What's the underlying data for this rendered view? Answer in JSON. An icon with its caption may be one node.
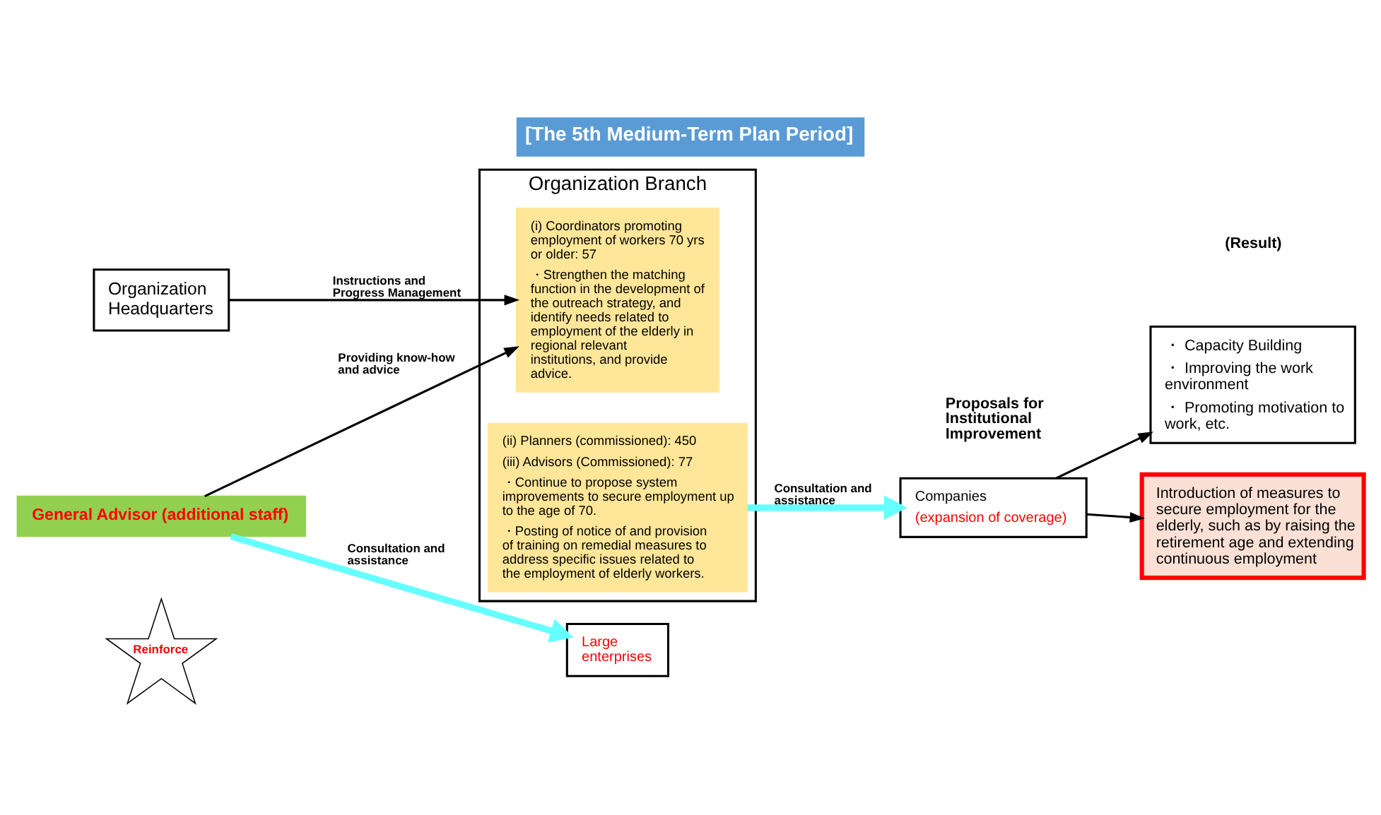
{
  "diagram": {
    "title": "[The 5th Medium-Term Plan Period]",
    "nodes": [
      {
        "text": [
          "Organization Headquarters"
        ]
      },
      {
        "text": [
          "Organization Branch"
        ]
      },
      {
        "text": [
          "(i) Coordinators promoting employment of workers 70 yrs or older: 57",
          "・Strengthen the matching function in the development of the outreach strategy, and identify needs related to employment of the elderly in regional relevant institutions, and provide advice."
        ],
        "in": 1
      },
      {
        "text": [
          "(ii) Planners (commissioned): 450",
          "(iii) Advisors (Commissioned): 77",
          "・Continue to propose system improvements to secure employment up to the age of 70.",
          "・Posting of notice of and provision of training on remedial measures to address specific issues related to the employment of elderly workers."
        ],
        "in": 1
      },
      {
        "text": [
          "General Advisor (additional staff)"
        ]
      },
      {
        "text": [
          "Reinforce"
        ]
      },
      {
        "text": [
          "Companies",
          "(expansion of coverage)"
        ]
      },
      {
        "text": [
          "Large enterprises"
        ]
      },
      {
        "text": [
          "・ Capacity Building",
          "・ Improving the work environment",
          "・ Promoting motivation to work, etc."
        ]
      },
      {
        "text": [
          "Introduction of measures to secure employment for the elderly, such as by raising the retirement age and extending continuous employment"
        ]
      }
    ],
    "edges": [
      {
        "from": 0,
        "to": 2,
        "arrow": "to",
        "label": "Instructions and Progress Management"
      },
      {
        "from": 3,
        "to": 6,
        "arrow": "to",
        "label": "Consultation and assistance",
        "style": "thick",
        "color": "#66ffff"
      },
      {
        "from": 4,
        "to": 2,
        "arrow": "to",
        "label": "Providing know-how and advice"
      },
      {
        "from": 4,
        "to": 7,
        "arrow": "to",
        "label": "Consultation and assistance",
        "style": "thick",
        "color": "#66ffff"
      },
      {
        "from": 6,
        "to": 8,
        "arrow": "to"
      },
      {
        "from": 6,
        "to": 9,
        "arrow": "to"
      }
    ],
    "labels": [
      "Proposals for Institutional Improvement",
      "(Result)"
    ]
  }
}
